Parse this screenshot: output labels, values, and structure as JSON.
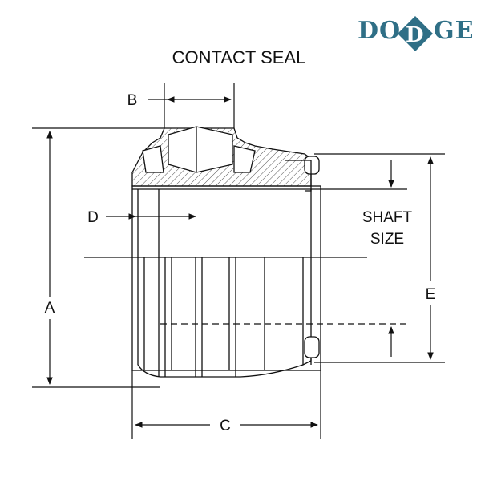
{
  "logo": {
    "text_left": "DO",
    "text_right": "GE",
    "diamond_letter": "D",
    "color": "#2f6f86"
  },
  "title": "CONTACT SEAL",
  "dimensions": {
    "A": "A",
    "B": "B",
    "C": "C",
    "D": "D",
    "E": "E"
  },
  "shaft_size": {
    "line1": "SHAFT",
    "line2": "SIZE"
  },
  "colors": {
    "ink": "#111111",
    "hatch": "#444444"
  }
}
